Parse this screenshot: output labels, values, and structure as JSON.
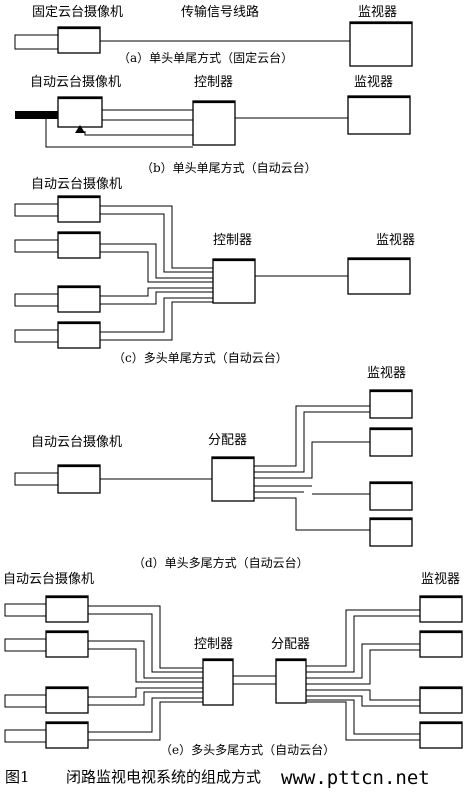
{
  "panel_a": {
    "camera": "固定云台摄像机",
    "line": "传输信号线路",
    "monitor": "监视器",
    "caption": "（a）单头单尾方式（固定云台）"
  },
  "panel_b": {
    "camera": "自动云台摄像机",
    "controller": "控制器",
    "monitor": "监视器",
    "caption": "（b）单头单尾方式（自动云台）"
  },
  "panel_c": {
    "camera": "自动云台摄像机",
    "controller": "控制器",
    "monitor": "监视器",
    "caption": "（c）多头单尾方式（自动云台）"
  },
  "panel_d": {
    "camera": "自动云台摄像机",
    "distributor": "分配器",
    "monitor": "监视器",
    "caption": "（d）单头多尾方式（自动云台）"
  },
  "panel_e": {
    "camera": "自动云台摄像机",
    "controller": "控制器",
    "distributor": "分配器",
    "monitor": "监视器",
    "caption": "（e）多头多尾方式（自动云台）"
  },
  "figure": {
    "number": "图1",
    "title": "闭路监视电视系统的组成方式",
    "watermark": "www.pttcn.net"
  }
}
